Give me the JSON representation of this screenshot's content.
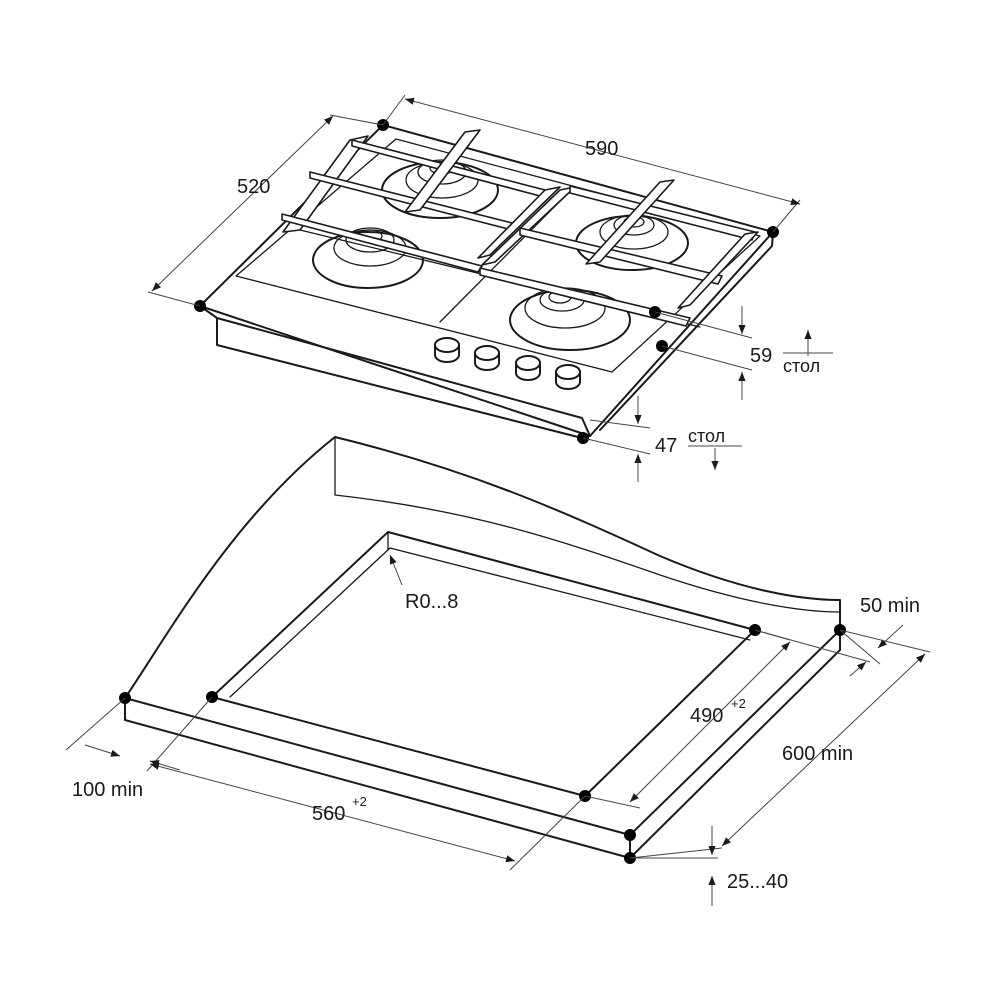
{
  "hob": {
    "width": "590",
    "depth": "520",
    "height_above": "59",
    "height_below": "47",
    "table_above": "стол",
    "table_below": "стол"
  },
  "cutout": {
    "radius": "R0...8",
    "back_gap": "50 min",
    "depth": "490",
    "depth_tol": "+2",
    "cabinet": "600 min",
    "side_gap": "100 min",
    "width": "560",
    "width_tol": "+2",
    "thickness": "25...40"
  }
}
